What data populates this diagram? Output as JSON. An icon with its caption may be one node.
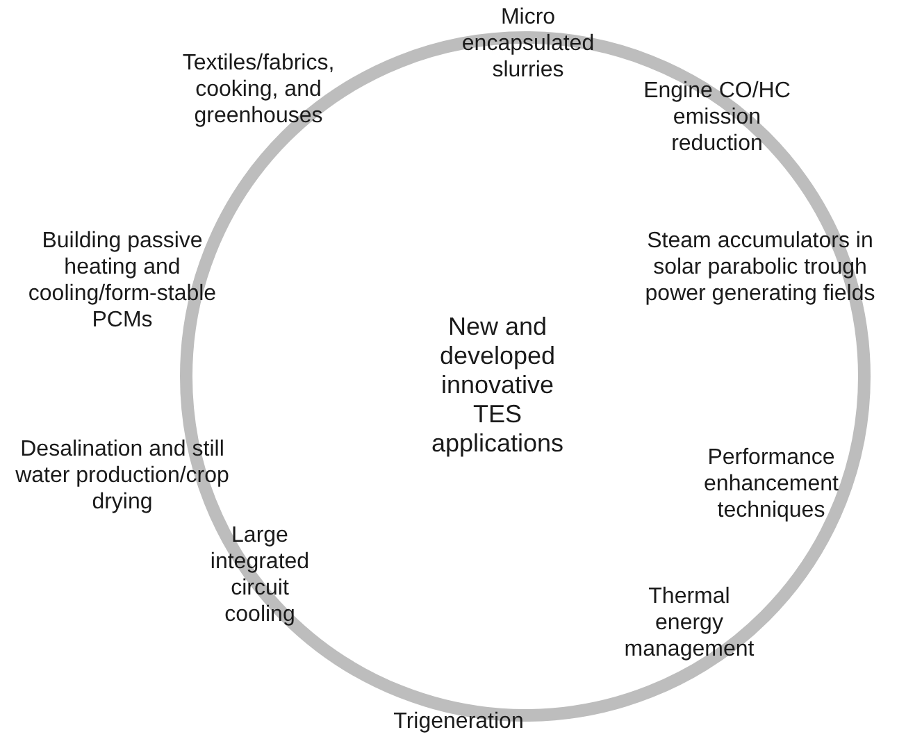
{
  "diagram": {
    "nodes": [
      {
        "text": [
          "New and developed innovative TES applications"
        ]
      }
    ],
    "labels": [
      "Micro encapsulated slurries",
      "Textiles/fabrics, cooking, and greenhouses",
      "Engine CO/HC emission reduction",
      "Building passive heating and cooling/form-stable PCMs",
      "Steam accumulators in solar parabolic trough power generating fields",
      "Desalination and still water production/crop drying",
      "Performance enhancement techniques",
      "Large integrated circuit cooling",
      "Thermal energy management",
      "Trigeneration"
    ]
  }
}
